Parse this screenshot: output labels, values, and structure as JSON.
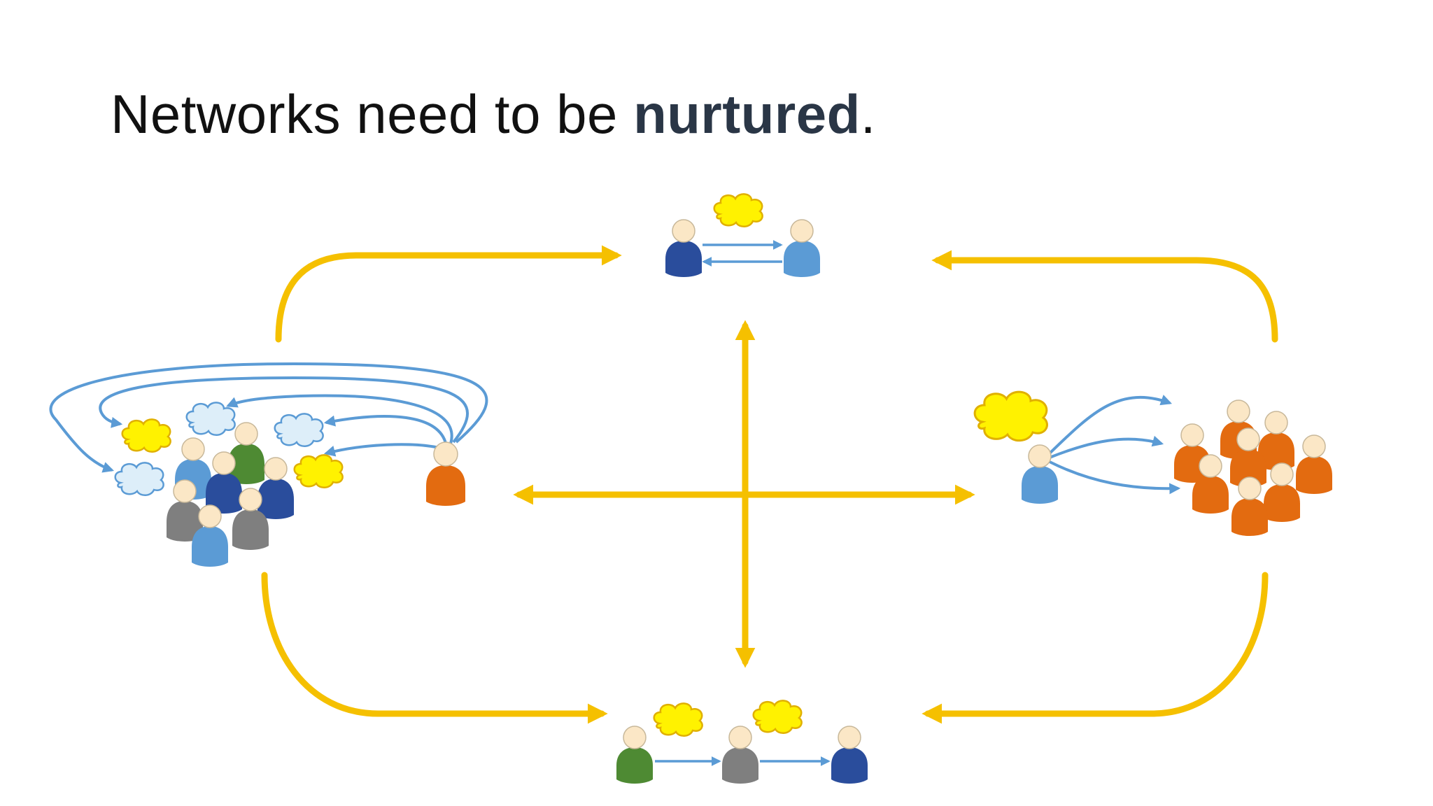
{
  "title": {
    "prefix": "Networks need to be ",
    "emphasis": "nurtured",
    "suffix": "."
  },
  "colors": {
    "background": "#ffffff",
    "title_text": "#111111",
    "title_emphasis": "#2a3646",
    "flow_arrows": "#f5c000",
    "connection_arrows": "#5b9bd5",
    "idea_cloud_filled": "#fff200",
    "idea_cloud_outline": "#e0b000",
    "idea_cloud_empty": "#ddeef9",
    "person_dark_blue": "#2a4d9c",
    "person_light_blue": "#5b9bd5",
    "person_green": "#4e8a33",
    "person_gray": "#7f7f7f",
    "person_orange": "#e36b10",
    "person_head": "#fbe7c6"
  },
  "icons": [
    "person-icon",
    "idea-cloud-icon",
    "arrow-icon"
  ],
  "groups": [
    "network-crowd-group",
    "dialogue-pair-group",
    "broadcast-group",
    "chain-group"
  ]
}
